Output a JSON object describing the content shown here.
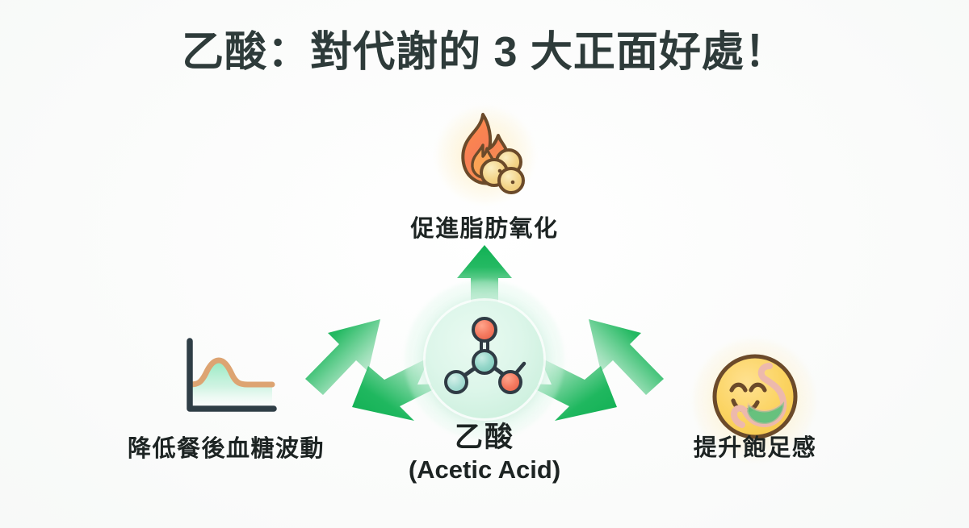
{
  "page": {
    "title": "乙酸：對代謝的 3 大正面好處！",
    "background_color": "#fbfcfb",
    "title_color": "#2e3b3a",
    "accent_color": "#17b659"
  },
  "center": {
    "name_cn": "乙酸",
    "name_en": "(Acetic Acid)",
    "icon": "acetic-acid-molecule-icon",
    "disc_color": "#ddf6ea",
    "atoms": [
      {
        "label": "oxygen-top",
        "color": "#f4795f"
      },
      {
        "label": "carbon-center",
        "color": "#8fd3c6"
      },
      {
        "label": "carbon-bottom-left",
        "color": "#a9ded4"
      },
      {
        "label": "oxygen-bottom-right",
        "color": "#f4795f"
      }
    ]
  },
  "benefits": [
    {
      "id": "fat-oxidation",
      "label": "促進脂肪氧化",
      "icon": "flame-fat-icon",
      "icon_colors": {
        "flame": "#f97f46",
        "globule": "#f4d487",
        "outline": "#6b4a2a"
      },
      "glow_color": "#ffe296",
      "position": "top"
    },
    {
      "id": "blood-glucose",
      "label": "降低餐後血糖波動",
      "icon": "glucose-curve-chart-icon",
      "icon_colors": {
        "axis": "#2f3e46",
        "curve": "#dda472",
        "area": "#9fe9c4"
      },
      "position": "bottom-left"
    },
    {
      "id": "satiety",
      "label": "提升飽足感",
      "icon": "smiling-stomach-icon",
      "icon_colors": {
        "face": "#fbd463",
        "outline": "#6b4a2a",
        "stomach": "#f0bfb3",
        "stomach_fill": "#5fc07e"
      },
      "glow_color": "#ffe296",
      "position": "bottom-right"
    }
  ],
  "arrows": [
    {
      "id": "arrow-to-fat-oxidation",
      "direction": "up",
      "color": "#17b659"
    },
    {
      "id": "arrow-to-blood-glucose-upper",
      "direction": "up-left",
      "color": "#17b659"
    },
    {
      "id": "arrow-to-satiety-upper",
      "direction": "up-right",
      "color": "#17b659"
    },
    {
      "id": "arrow-to-blood-glucose-lower",
      "direction": "down-left",
      "color": "#17b659"
    },
    {
      "id": "arrow-to-satiety-lower",
      "direction": "down-right",
      "color": "#17b659"
    }
  ]
}
